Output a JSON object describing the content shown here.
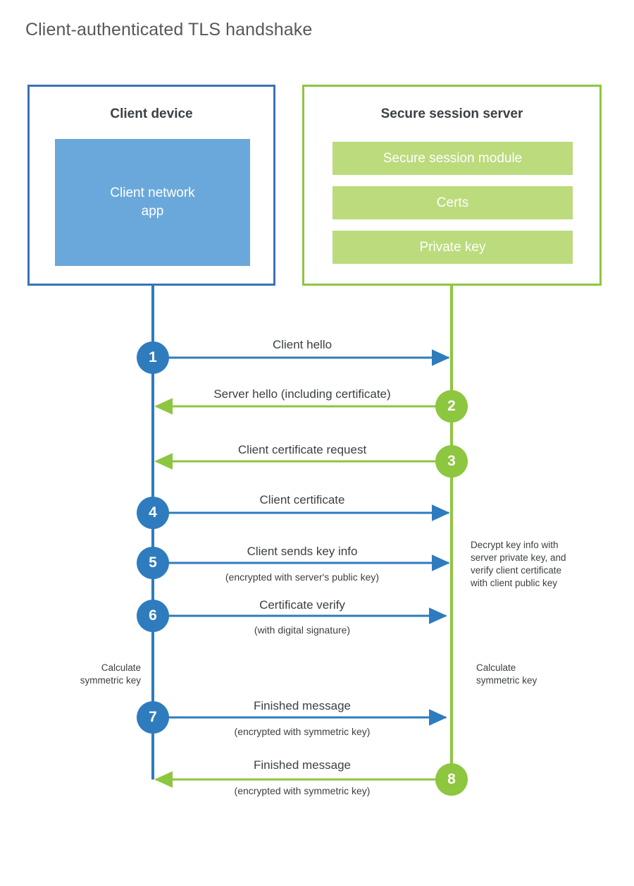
{
  "title": "Client-authenticated TLS handshake",
  "colors": {
    "client_accent": "#3a72b5",
    "client_node": "#2e7cbe",
    "client_app_fill": "#6aa8db",
    "server_accent": "#8dc63f",
    "server_bar_fill": "#bbdb7d",
    "text": "#3b4044",
    "title_text": "#55595c"
  },
  "actors": {
    "client": {
      "title": "Client device",
      "app_label": "Client network\napp"
    },
    "server": {
      "title": "Secure session server",
      "modules": [
        {
          "label": "Secure session module"
        },
        {
          "label": "Certs"
        },
        {
          "label": "Private key"
        }
      ]
    }
  },
  "steps": [
    {
      "number": "1",
      "side": "client",
      "direction": "to-server",
      "label": "Client hello",
      "sublabel": ""
    },
    {
      "number": "2",
      "side": "server",
      "direction": "to-client",
      "label": "Server hello (including certificate)",
      "sublabel": ""
    },
    {
      "number": "3",
      "side": "server",
      "direction": "to-client",
      "label": "Client certificate request",
      "sublabel": ""
    },
    {
      "number": "4",
      "side": "client",
      "direction": "to-server",
      "label": "Client certificate",
      "sublabel": ""
    },
    {
      "number": "5",
      "side": "client",
      "direction": "to-server",
      "label": "Client sends key info",
      "sublabel": "(encrypted with server's public key)"
    },
    {
      "number": "6",
      "side": "client",
      "direction": "to-server",
      "label": "Certificate verify",
      "sublabel": "(with digital signature)"
    },
    {
      "number": "7",
      "side": "client",
      "direction": "to-server",
      "label": "Finished message",
      "sublabel": "(encrypted with symmetric key)"
    },
    {
      "number": "8",
      "side": "server",
      "direction": "to-client",
      "label": "Finished message",
      "sublabel": "(encrypted with symmetric key)"
    }
  ],
  "annotations": {
    "server_decrypt": "Decrypt key info with\nserver private key, and\nverify client certificate\nwith client public key",
    "client_calculate": "Calculate\nsymmetric key",
    "server_calculate": "Calculate\nsymmetric key"
  }
}
